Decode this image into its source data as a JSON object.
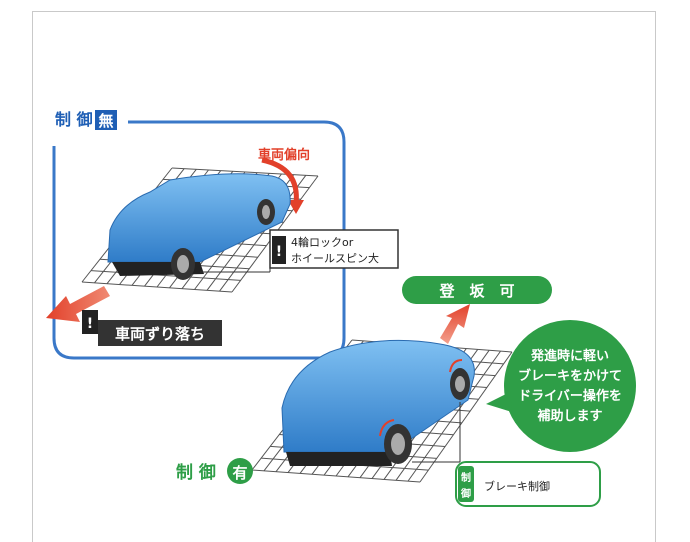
{
  "no_control": {
    "label": "制 御",
    "badge": "無",
    "yaw_label": "車両偏向",
    "warning_mark": "!",
    "lock_line1": "4輪ロックor",
    "lock_line2": "ホイールスピン大",
    "slip_label": "車両ずり落ち"
  },
  "with_control": {
    "label": "制 御",
    "badge": "有",
    "climb_label": "登　坂　可",
    "bubble_lines": [
      "発進時に軽い",
      "ブレーキをかけて",
      "ドライバー操作を",
      "補助します"
    ],
    "brake_tag_line1": "制",
    "brake_tag_line2": "御",
    "brake_label": "ブレーキ制御"
  },
  "colors": {
    "blue_frame": "#3a78c8",
    "green": "#2e9e47",
    "red_arrow": "#e8442c",
    "car_blue": "#3f8fd8"
  }
}
